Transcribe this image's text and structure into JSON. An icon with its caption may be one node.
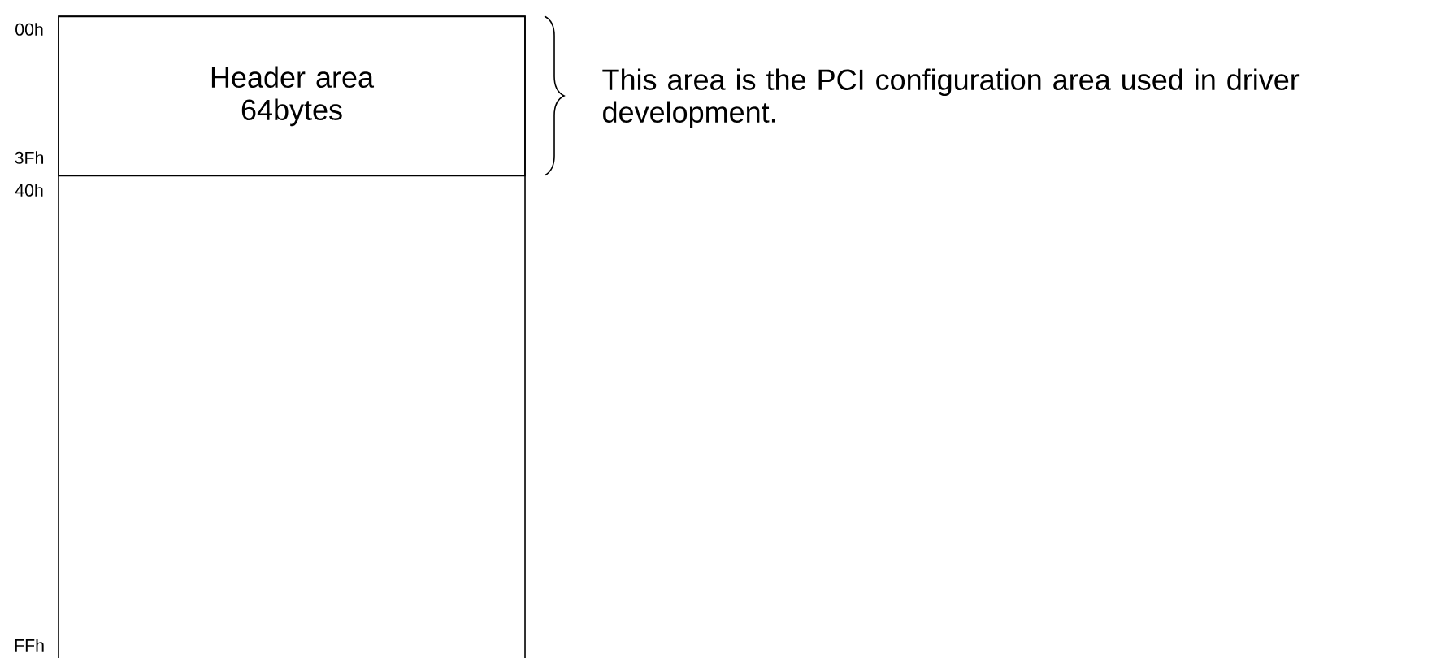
{
  "diagram": {
    "nodes": [
      {
        "text": [],
        "shape": "box"
      },
      {
        "text": [
          "Header area 64bytes"
        ],
        "in": 0
      }
    ],
    "labels": [
      "00h",
      "3Fh",
      "40h",
      "FFh",
      "This area is the PCI configuration area used in driver development."
    ]
  }
}
